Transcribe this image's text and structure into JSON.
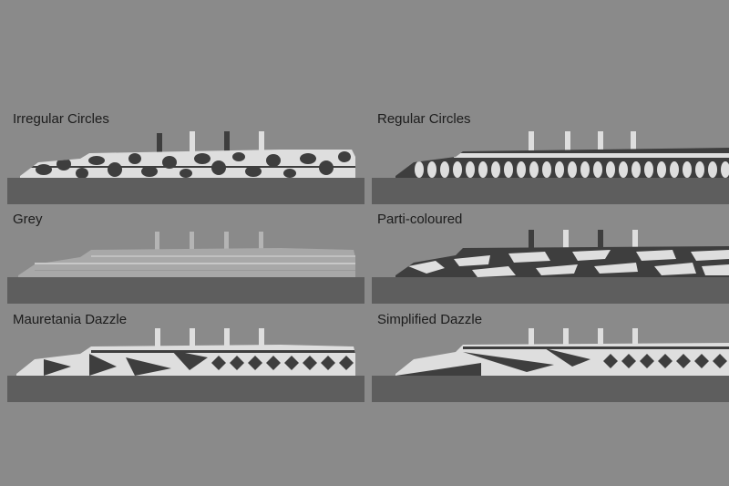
{
  "panels": [
    {
      "id": "irregular-circles",
      "label": "Irregular Circles",
      "pattern": "circles-irregular"
    },
    {
      "id": "regular-circles",
      "label": "Regular Circles",
      "pattern": "circles-regular"
    },
    {
      "id": "grey",
      "label": "Grey",
      "pattern": "grey"
    },
    {
      "id": "parti-coloured",
      "label": "Parti-coloured",
      "pattern": "parti"
    },
    {
      "id": "mauretania-dazzle",
      "label": "Mauretania Dazzle",
      "pattern": "dazzle"
    },
    {
      "id": "simplified-dazzle",
      "label": "Simplified Dazzle",
      "pattern": "dazzle-simple"
    }
  ],
  "colors": {
    "background": "#8a8a8a",
    "ground": "#5e5e5e",
    "hull_light": "#dedede",
    "hull_dark": "#3e3e3e",
    "hull_grey": "#a8a8a8"
  }
}
